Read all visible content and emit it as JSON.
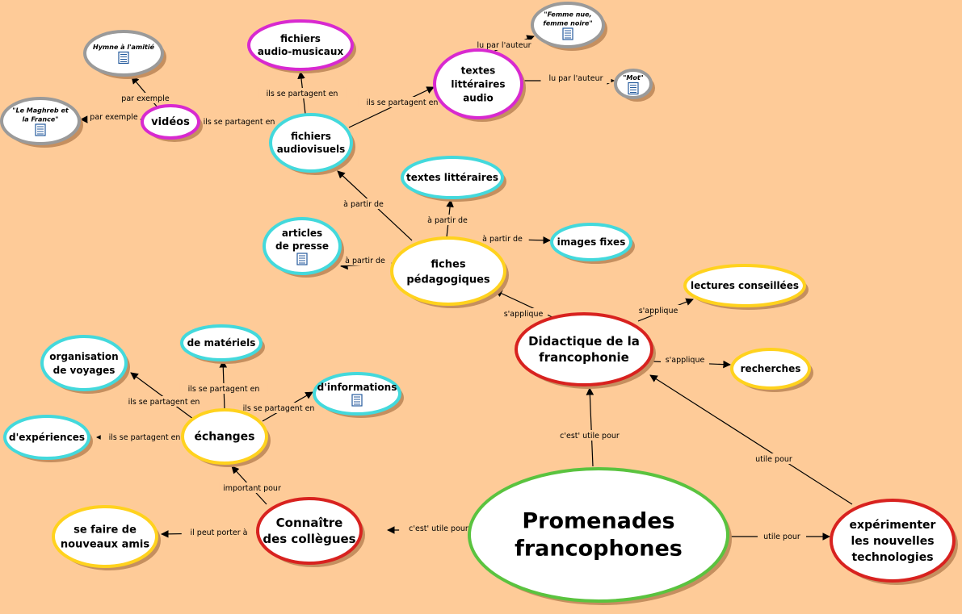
{
  "colors": {
    "background": "#fecb98",
    "cyan": "#43d9dc",
    "magenta": "#d829d0",
    "red": "#d8221f",
    "gold": "#ffd21e",
    "green": "#5ac33f",
    "yellow_fill": "#ffff00"
  },
  "nodes": {
    "promenades": [
      "Promenades",
      "francophones"
    ],
    "didactique": [
      "Didactique de la",
      "francophonie"
    ],
    "connaitre": [
      "Connaître",
      "des collègues"
    ],
    "experimenter": [
      "expérimenter",
      "les nouvelles",
      "technologies"
    ],
    "se_faire": [
      "se faire de",
      "nouveaux amis"
    ],
    "echanges": [
      "échanges"
    ],
    "materiels": [
      "de matériels"
    ],
    "organisation": [
      "organisation",
      "de voyages"
    ],
    "informations": [
      "d'informations"
    ],
    "experiences": [
      "d'expériences"
    ],
    "fiches": [
      "fiches",
      "pédagogiques"
    ],
    "articles": [
      "articles",
      "de presse"
    ],
    "textes_litt": [
      "textes littéraires"
    ],
    "images_fixes": [
      "images fixes"
    ],
    "lectures": [
      "lectures conseillées"
    ],
    "recherches": [
      "recherches"
    ],
    "audiovisuels": [
      "fichiers",
      "audiovisuels"
    ],
    "audio_musicaux": [
      "fichiers",
      "audio-musicaux"
    ],
    "textes_audio": [
      "textes",
      "littéraires",
      "audio"
    ],
    "videos": [
      "vidéos"
    ],
    "hymne": [
      "Hymne à l'amitié"
    ],
    "maghreb": [
      "\"Le Maghreb et",
      "la France\""
    ],
    "femme": [
      "\"Femme nue,",
      "femme noire\""
    ],
    "mot": [
      "\"Mot\""
    ]
  },
  "links": {
    "promenades_didactique": "c'est' utile pour",
    "promenades_connaitre": "c'est' utile pour",
    "promenades_experimenter": "utile pour",
    "experimenter_didactique": "utile pour",
    "connaitre_se_faire": "il peut porter à",
    "connaitre_echanges": "important pour",
    "echanges_materiels": "ils se partagent en",
    "echanges_organisation": "ils se partagent en",
    "echanges_informations": "ils se partagent en",
    "echanges_experiences": "ils se partagent en",
    "didactique_fiches": "s'applique",
    "didactique_lectures": "s'applique",
    "didactique_recherches": "s'applique",
    "fiches_audiovisuels": "à partir de",
    "fiches_textes": "à partir de",
    "fiches_images": "à partir de",
    "fiches_articles": "à partir de",
    "audiovisuels_audio_musicaux": "ils se partagent en",
    "audiovisuels_textes_audio": "ils se partagent en",
    "audiovisuels_videos": "ils se partagent en",
    "videos_hymne": "par exemple",
    "videos_maghreb": "par exemple",
    "textes_audio_femme": "lu par l'auteur",
    "textes_audio_mot": "lu par l'auteur"
  }
}
